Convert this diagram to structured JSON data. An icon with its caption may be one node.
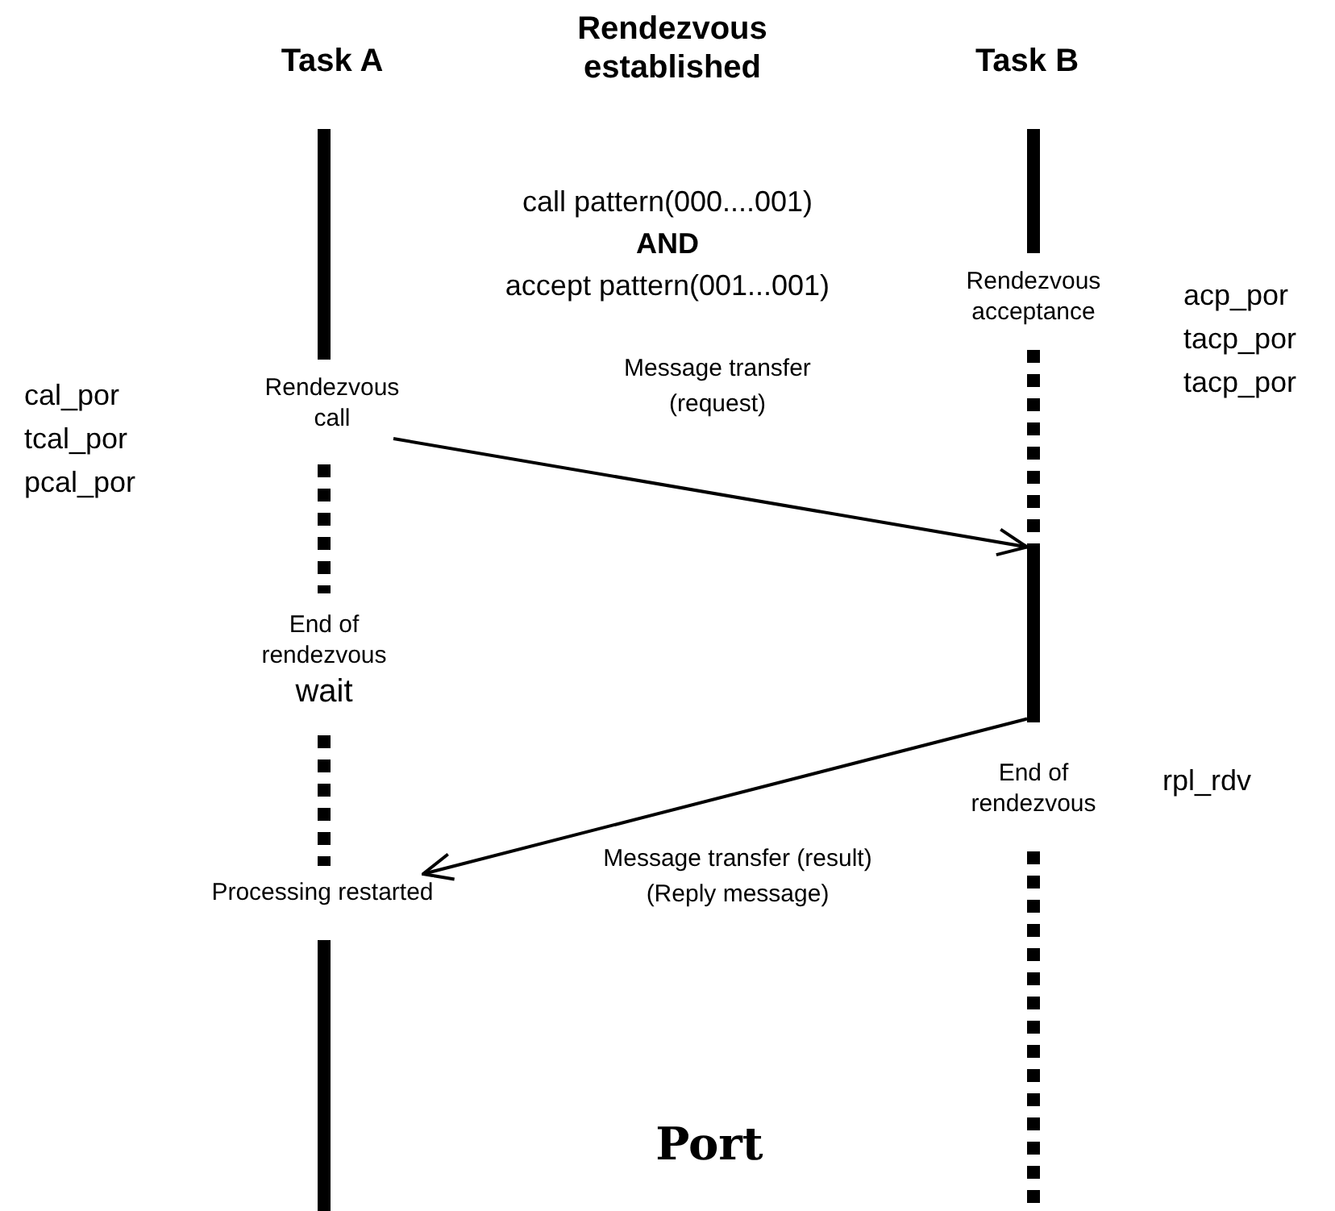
{
  "diagram": {
    "nodes": [
      {
        "text": [
          "Rendezvous call"
        ]
      },
      {
        "text": [
          "Rendezvous acceptance"
        ]
      },
      {
        "text": [
          "End of rendezvous",
          "wait"
        ]
      },
      {
        "text": [
          "End of rendezvous"
        ]
      },
      {
        "text": [
          "Processing restarted"
        ]
      },
      {
        "text": [],
        "shape": "bar"
      }
    ],
    "edges": [
      {
        "from": 0,
        "to": 5,
        "arrow": "to",
        "label": "Message transfer (request)"
      },
      {
        "from": 5,
        "to": 4,
        "arrow": "to",
        "label": "Message transfer (result) (Reply message)"
      }
    ],
    "labels": [
      "Task A",
      "Rendezvous established",
      "Task B",
      "call pattern(000....001)",
      "AND",
      "accept pattern(001...001)",
      "cal_por",
      "tcal_por",
      "pcal_por",
      "acp_por",
      "tacp_por",
      "tacp_por",
      "rpl_rdv",
      "Port"
    ]
  }
}
